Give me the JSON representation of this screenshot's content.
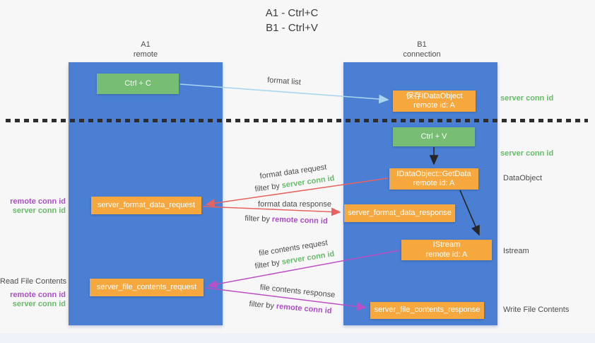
{
  "title": {
    "line1": "A1 - Ctrl+C",
    "line2": "B1 - Ctrl+V"
  },
  "columns": {
    "a1": {
      "name": "A1",
      "subtitle": "remote"
    },
    "b1": {
      "name": "B1",
      "subtitle": "connection"
    }
  },
  "nodes": {
    "ctrl_c": {
      "label": "Ctrl + C"
    },
    "ctrl_v": {
      "label": "Ctrl + V"
    },
    "save_idataobject": {
      "line1": "保存IDataObject",
      "line2": "remote id: A"
    },
    "getdata": {
      "line1": "IDataObject::GetData",
      "line2": "remote id: A"
    },
    "istream": {
      "line1": "IStream",
      "line2": "remote id: A"
    },
    "format_request": {
      "label": "server_format_data_request"
    },
    "format_response": {
      "label": "server_format_data_response"
    },
    "file_request": {
      "label": "server_file_contents_request"
    },
    "file_response": {
      "label": "server_file_contents_response"
    }
  },
  "arrow_labels": {
    "format_list": "format list",
    "format_data_request": "format data request",
    "format_data_response": "format data response",
    "file_contents_request": "file contents request",
    "file_contents_response": "file contents response",
    "filter_by": "filter by ",
    "server_conn_id": "server conn id",
    "remote_conn_id": "remote conn id"
  },
  "side_labels": {
    "server_conn_id_upper": "server conn id",
    "server_conn_id_lower": "server conn id",
    "dataobject": "DataObject",
    "istream": "Istream",
    "write_file_contents": "Write File Contents",
    "read_file_contents": "Read File Contents",
    "remote_conn_id_upper": "remote conn id",
    "server_conn_id_left_upper": "server conn id",
    "remote_conn_id_lower": "remote conn id",
    "server_conn_id_left_lower": "server conn id"
  },
  "colors": {
    "column_blue": "#4a7fd4",
    "node_green": "#77bd74",
    "node_orange": "#f6a83f",
    "arrow_light_blue": "#a8d4f0",
    "arrow_red": "#e8625f",
    "arrow_purple": "#bb4fc4",
    "arrow_black": "#262626",
    "text_green": "#67bb6a",
    "text_purple": "#ab4fc6",
    "text_gray": "#4c4c4c"
  }
}
